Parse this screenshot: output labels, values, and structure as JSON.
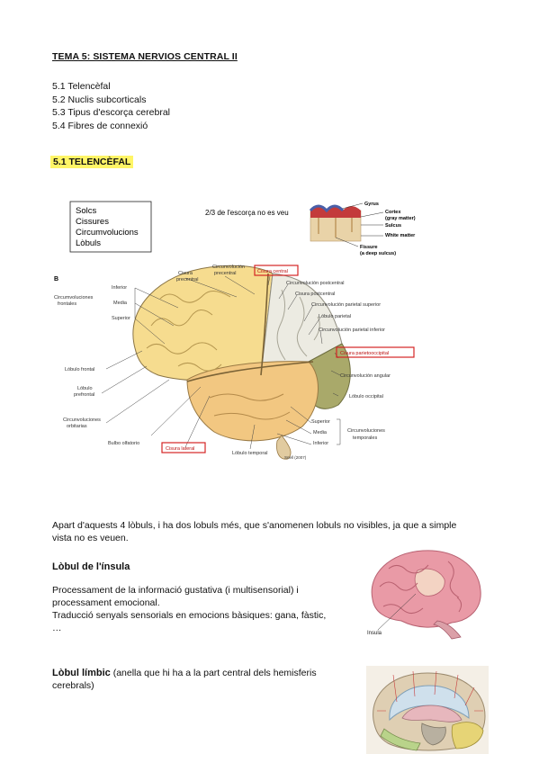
{
  "document": {
    "title": "TEMA 5: SISTEMA NERVIOS CENTRAL II",
    "toc": [
      "5.1 Telencèfal",
      "5.2 Nuclis subcorticals",
      "5.3 Tipus d'escorça cerebral",
      "5.4 Fibres de connexió"
    ],
    "section_heading": "5.1 TELENCÈFAL"
  },
  "figure": {
    "legend_box": [
      "Solcs",
      "Cissures",
      "Circumvolucions",
      "Lòbuls"
    ],
    "caption_top": "2/3 de l'escorça no es veu",
    "inset_labels": [
      "Gyrus",
      "Cortex",
      "(gray matter)",
      "Sulcus",
      "White matter",
      "Fissure",
      "(a deep sulcus)"
    ],
    "panel_letter": "B",
    "left_labels": [
      "Inferior",
      "Media",
      "Superior",
      "Circumvoluciones",
      "frontales",
      "Lóbulo frontal",
      "Lóbulo",
      "prefrontal",
      "Circunvoluciones",
      "orbitarias",
      "Bulbo olfatorio"
    ],
    "top_labels": [
      "Cisura",
      "precentral",
      "Circunvolución",
      "precentral",
      "Cisura central",
      "Circunvolución postcentral",
      "Cisura postcentral",
      "Circunvolución parietal superior",
      "Lóbulo parietal",
      "Circunvolución parietal inferior"
    ],
    "right_labels": [
      "Cisura parietooccipital",
      "Circunvolución angular",
      "Lóbulo occipital",
      "Superior",
      "Media",
      "Inferior",
      "Circunvoluciones",
      "temporales"
    ],
    "bottom_labels": [
      "Cisura lateral",
      "Lóbulo temporal"
    ],
    "credit": "Snell (2007)"
  },
  "body": {
    "paragraph1_line1": "Apart d'aquests 4 lòbuls, i ha dos lobuls més, que s'anomenen lobuls no visibles, ja que a simple",
    "paragraph1_line2": "vista no es veuen.",
    "insula_heading": "Lòbul de l'ínsula",
    "insula_lines": [
      "Processament de la informació gustativa (i multisensorial) i",
      "processament emocional.",
      "Traducció senyals sensorials en emocions bàsiques: gana, fàstic,",
      "…"
    ],
    "insula_image_label": "Insula",
    "limbic_heading": "Lòbul límbic",
    "limbic_rest_line1": " (anella que hi ha a la part central dels hemisferis",
    "limbic_rest_line2": "cerebrals)"
  },
  "colors": {
    "highlight": "#fff566",
    "frontal": "#f6dc8f",
    "parietal": "#ecebe2",
    "temporal": "#f2c781",
    "occipital": "#a9a96a",
    "red_box": "#d42424",
    "pink_brain": "#e99aa6"
  }
}
